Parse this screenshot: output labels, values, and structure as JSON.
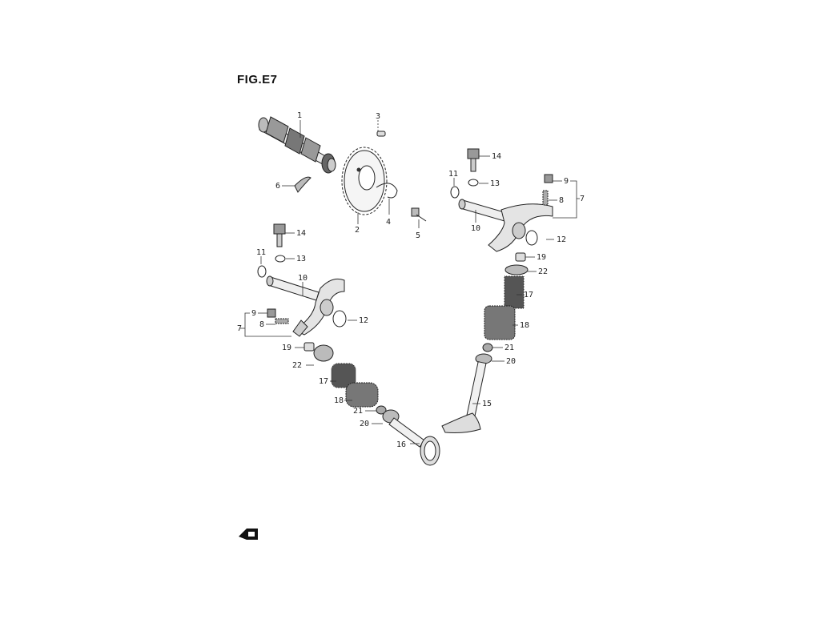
{
  "figure": {
    "title": "FIG.E7"
  },
  "callouts": {
    "c1": "1",
    "c2": "2",
    "c3": "3",
    "c4": "4",
    "c5": "5",
    "c6": "6",
    "c7a": "7",
    "c7b": "7",
    "c8a": "8",
    "c8b": "8",
    "c9a": "9",
    "c9b": "9",
    "c10a": "10",
    "c10b": "10",
    "c11a": "11",
    "c11b": "11",
    "c12a": "12",
    "c12b": "12",
    "c13a": "13",
    "c13b": "13",
    "c14a": "14",
    "c14b": "14",
    "c15": "15",
    "c16": "16",
    "c17a": "17",
    "c17b": "17",
    "c18a": "18",
    "c18b": "18",
    "c19a": "19",
    "c19b": "19",
    "c20a": "20",
    "c20b": "20",
    "c21a": "21",
    "c21b": "21",
    "c22a": "22",
    "c22b": "22"
  },
  "icons": {
    "front_arrow": "front-direction-arrow-icon"
  }
}
